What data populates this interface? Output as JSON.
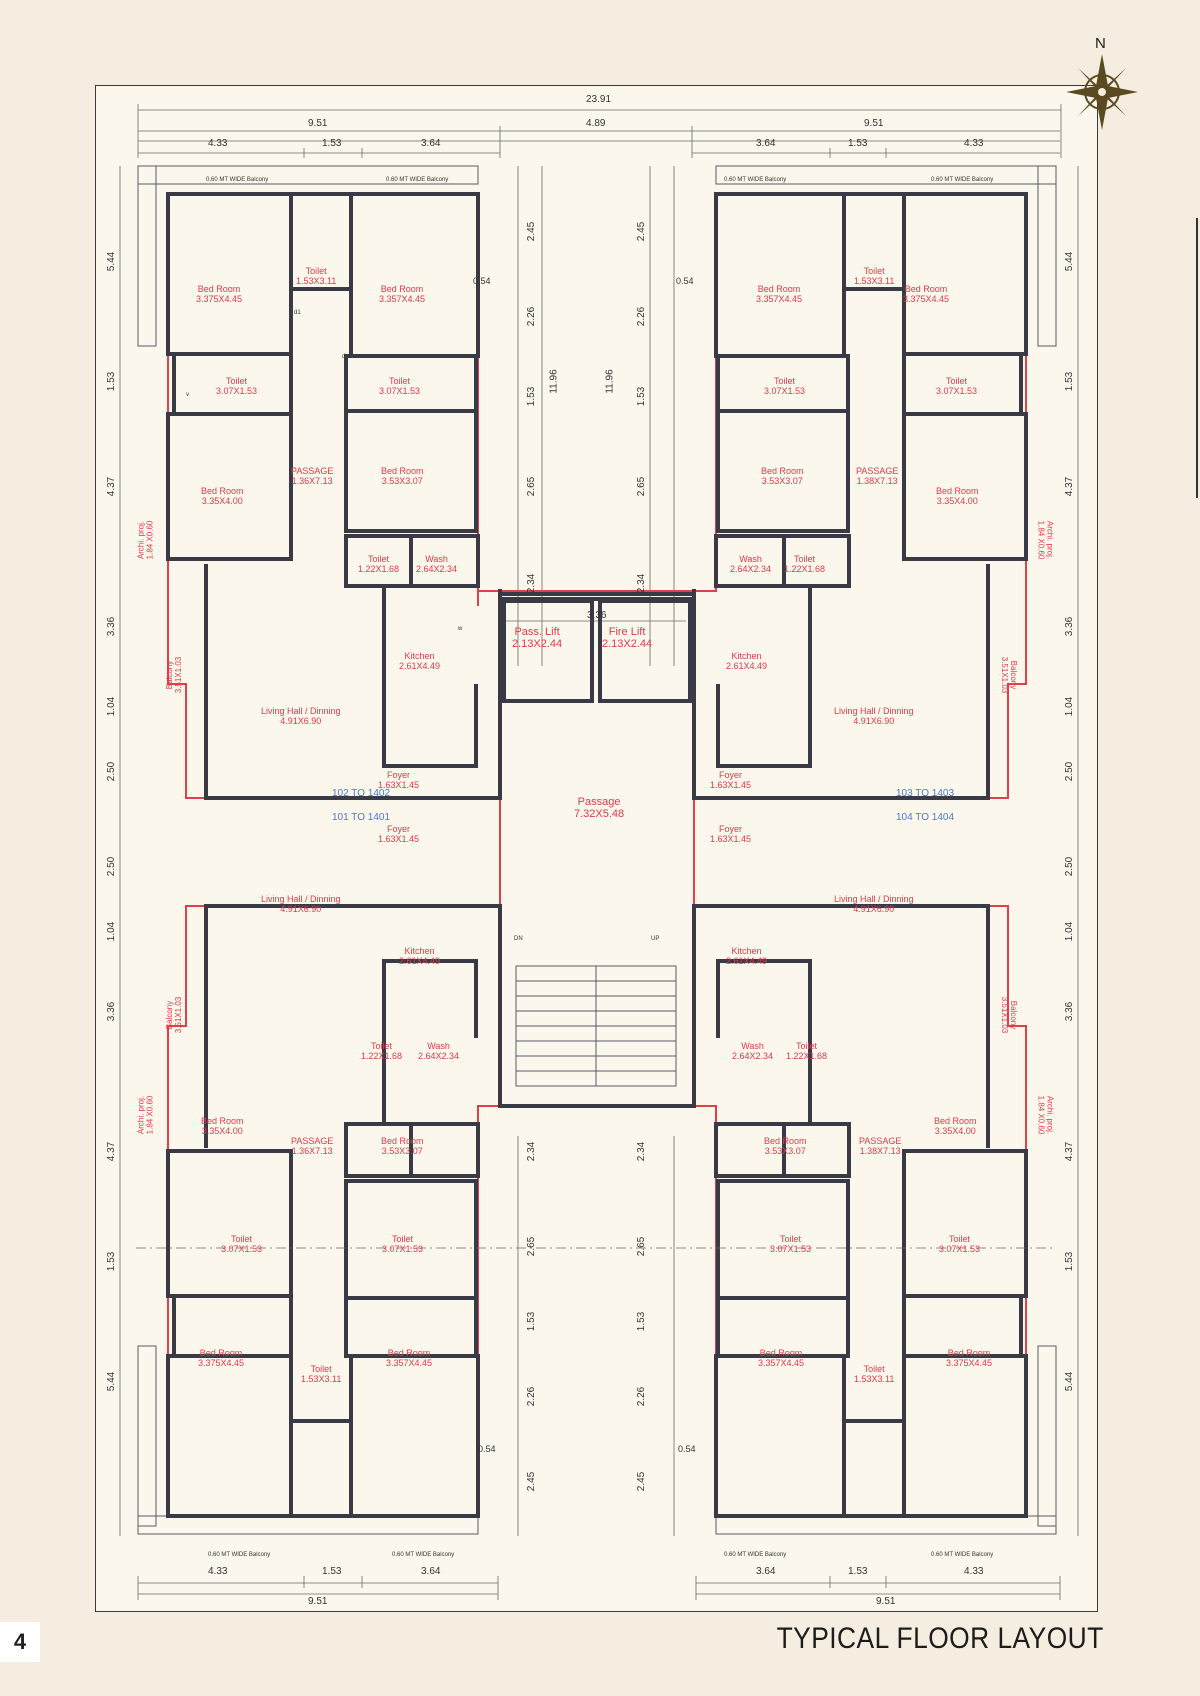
{
  "page": {
    "number": "4",
    "title": "TYPICAL FLOOR LAYOUT"
  },
  "compass": {
    "north": "N",
    "icon": "compass-rose-icon",
    "color": "#5a4a20"
  },
  "colors": {
    "wall": "#3a3a46",
    "outline": "#e0404a",
    "label": "#e23a4a",
    "flat_label": "#4a7ac8",
    "background": "#f4ede0"
  },
  "dims": {
    "top": {
      "overall": "23.91",
      "left_total": "9.51",
      "center": "4.89",
      "right_total": "9.51",
      "segments": [
        "4.33",
        "1.53",
        "3.64",
        "3.64",
        "1.53",
        "4.33"
      ]
    },
    "bottom": {
      "left_total": "9.51",
      "right_total": "9.51",
      "segments": [
        "4.33",
        "1.53",
        "3.64",
        "3.64",
        "1.53",
        "4.33"
      ]
    },
    "sides": [
      "5.44",
      "1.53",
      "4.37",
      "3.36",
      "1.04",
      "2.50",
      "2.50",
      "1.04",
      "3.36",
      "4.37",
      "1.53",
      "5.44"
    ],
    "core_top": [
      "2.45",
      "2.26",
      "1.53",
      "2.65",
      "2.34"
    ],
    "core_bottom": [
      "2.34",
      "2.65",
      "1.53",
      "2.26",
      "2.45"
    ],
    "core_height": "11.96",
    "core_width": "3.36",
    "recess": "0.54"
  },
  "rooms": {
    "bed_a": {
      "name": "Bed Room",
      "size": "3.375X4.45"
    },
    "bed_b": {
      "name": "Bed Room",
      "size": "3.357X4.45"
    },
    "bed_c": {
      "name": "Bed Room",
      "size": "3.35X4.00"
    },
    "bed_d": {
      "name": "Bed Room",
      "size": "3.53X3.07"
    },
    "toilet_a": {
      "name": "Toilet",
      "size": "1.53X3.11"
    },
    "toilet_b": {
      "name": "Toilet",
      "size": "3.07X1.53"
    },
    "toilet_c": {
      "name": "Toilet",
      "size": "1.22X1.68"
    },
    "wash": {
      "name": "Wash",
      "size": "2.64X2.34"
    },
    "passage": {
      "name": "PASSAGE",
      "size": "1.36X7.13",
      "size_right": "1.38X7.13"
    },
    "balcony": {
      "name": "Balcony",
      "size": "3.51X1.03"
    },
    "kitchen": {
      "name": "Kitchen",
      "size": "2.61X4.49"
    },
    "living": {
      "name": "Living Hall / Dinning",
      "size": "4.91X6.90"
    },
    "foyer": {
      "name": "Foyer",
      "size": "1.63X1.45"
    },
    "archi_proj": {
      "name": "Archi. proj.",
      "size": "1.84 X0.60"
    },
    "balcony_strip": "0.60 MT WIDE Balcony"
  },
  "core": {
    "pass_lift": {
      "name": "Pass. Lift",
      "size": "2.13X2.44"
    },
    "fire_lift": {
      "name": "Fire Lift",
      "size": "2.13X2.44"
    },
    "passage": {
      "name": "Passage",
      "size": "7.32X5.48"
    },
    "stair_dn": "DN",
    "stair_up": "UP"
  },
  "flats": {
    "nw": "102 TO 1402",
    "sw": "101 TO 1401",
    "ne": "103 TO 1403",
    "se": "104 TO 1404"
  },
  "marks": {
    "door": "d",
    "door1": "d1",
    "window": "w",
    "vent": "v"
  }
}
